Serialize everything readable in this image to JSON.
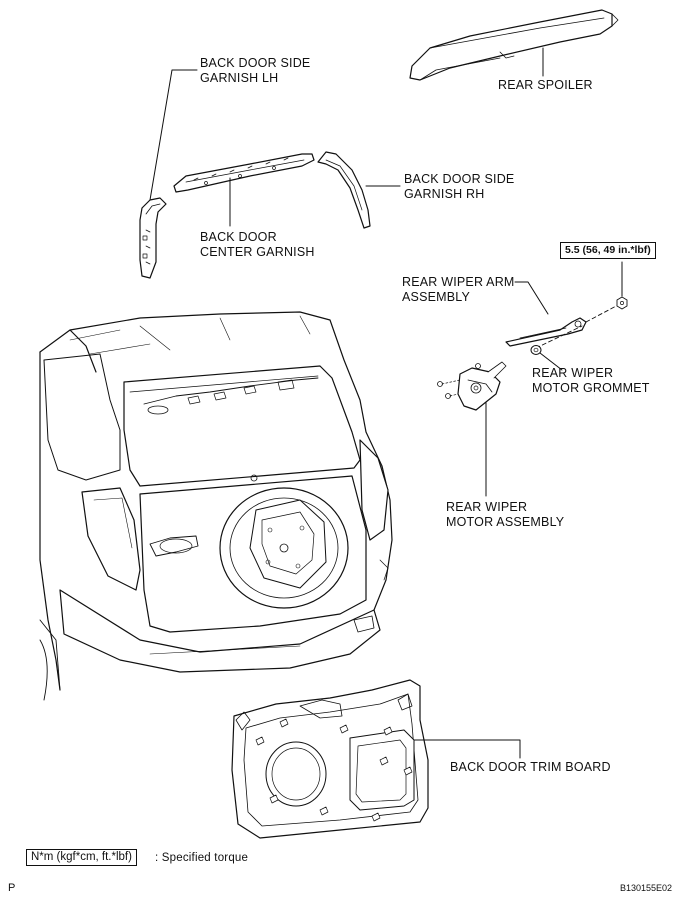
{
  "labels": {
    "side_garnish_lh_1": "BACK DOOR SIDE",
    "side_garnish_lh_2": "GARNISH LH",
    "rear_spoiler": "REAR SPOILER",
    "side_garnish_rh_1": "BACK DOOR SIDE",
    "side_garnish_rh_2": "GARNISH RH",
    "center_garnish_1": "BACK DOOR",
    "center_garnish_2": "CENTER GARNISH",
    "wiper_arm_1": "REAR WIPER ARM",
    "wiper_arm_2": "ASSEMBLY",
    "grommet_1": "REAR WIPER",
    "grommet_2": "MOTOR GROMMET",
    "motor_1": "REAR WIPER",
    "motor_2": "MOTOR ASSEMBLY",
    "trim_board": "BACK DOOR TRIM BOARD"
  },
  "torque": "5.5 (56, 49 in.*lbf)",
  "legend": {
    "box": "N*m (kgf*cm, ft.*lbf)",
    "text": ": Specified torque"
  },
  "footer": {
    "left": "P",
    "right": "B130155E02"
  },
  "colors": {
    "ink": "#111111",
    "part_fill": "#ffffff",
    "shade": "#cfcfcf",
    "background": "#ffffff"
  }
}
